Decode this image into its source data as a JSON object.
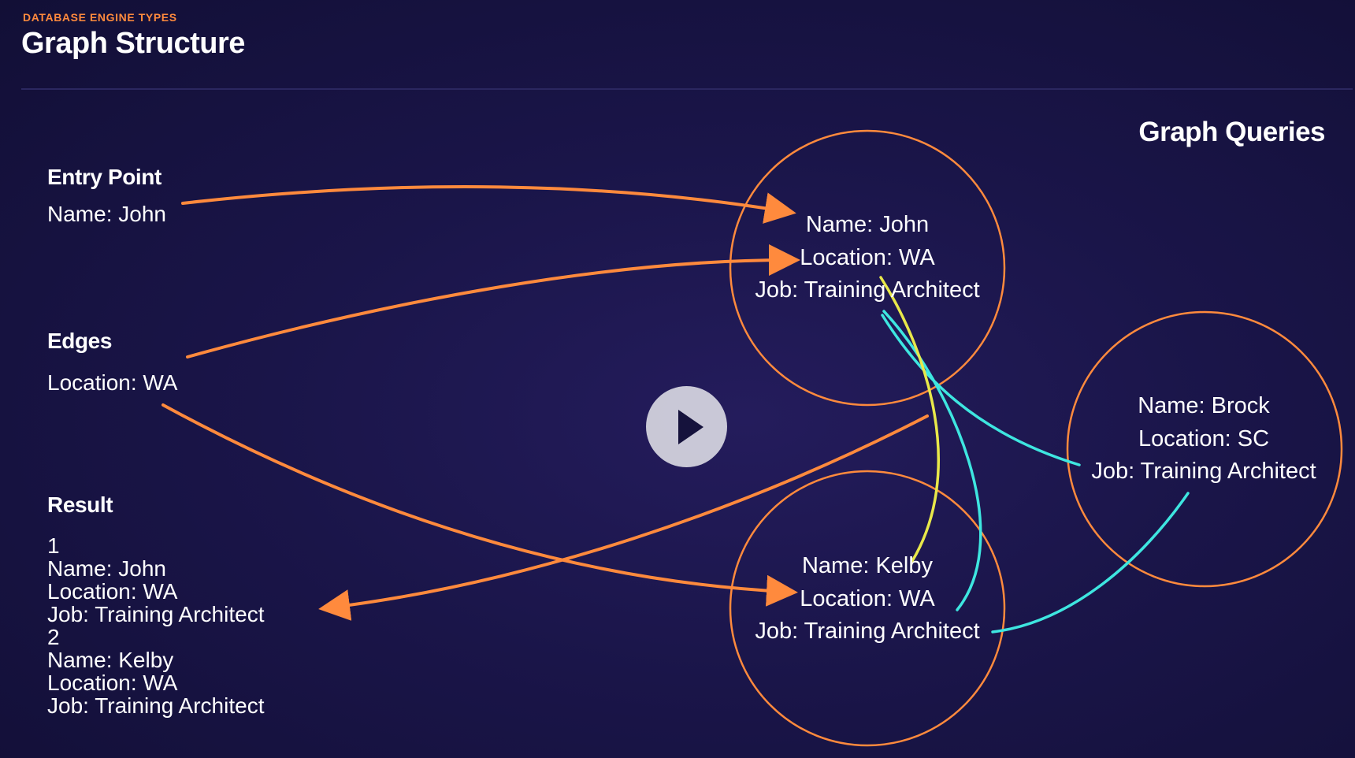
{
  "header": {
    "eyebrow": "DATABASE ENGINE TYPES",
    "title": "Graph Structure"
  },
  "graph_queries_title": "Graph Queries",
  "entry_point": {
    "heading": "Entry Point",
    "value": "Name: John"
  },
  "edges": {
    "heading": "Edges",
    "value": "Location: WA"
  },
  "result": {
    "heading": "Result",
    "lines": [
      "1",
      "Name: John",
      "Location: WA",
      "Job: Training Architect",
      "2",
      "Name: Kelby",
      "Location: WA",
      "Job: Training Architect"
    ]
  },
  "nodes": {
    "john": {
      "name": "Name: John",
      "location": "Location: WA",
      "job": "Job: Training Architect"
    },
    "brock": {
      "name": "Name: Brock",
      "location": "Location: SC",
      "job": "Job: Training Architect"
    },
    "kelby": {
      "name": "Name: Kelby",
      "location": "Location: WA",
      "job": "Job: Training Architect"
    }
  },
  "player": {
    "state": "paused",
    "icon": "play-icon"
  },
  "colors": {
    "accent_orange": "#ff8a3d",
    "edge_cyan": "#3ee6e0",
    "edge_yellow": "#e8e84a",
    "background": "#1a1549"
  }
}
